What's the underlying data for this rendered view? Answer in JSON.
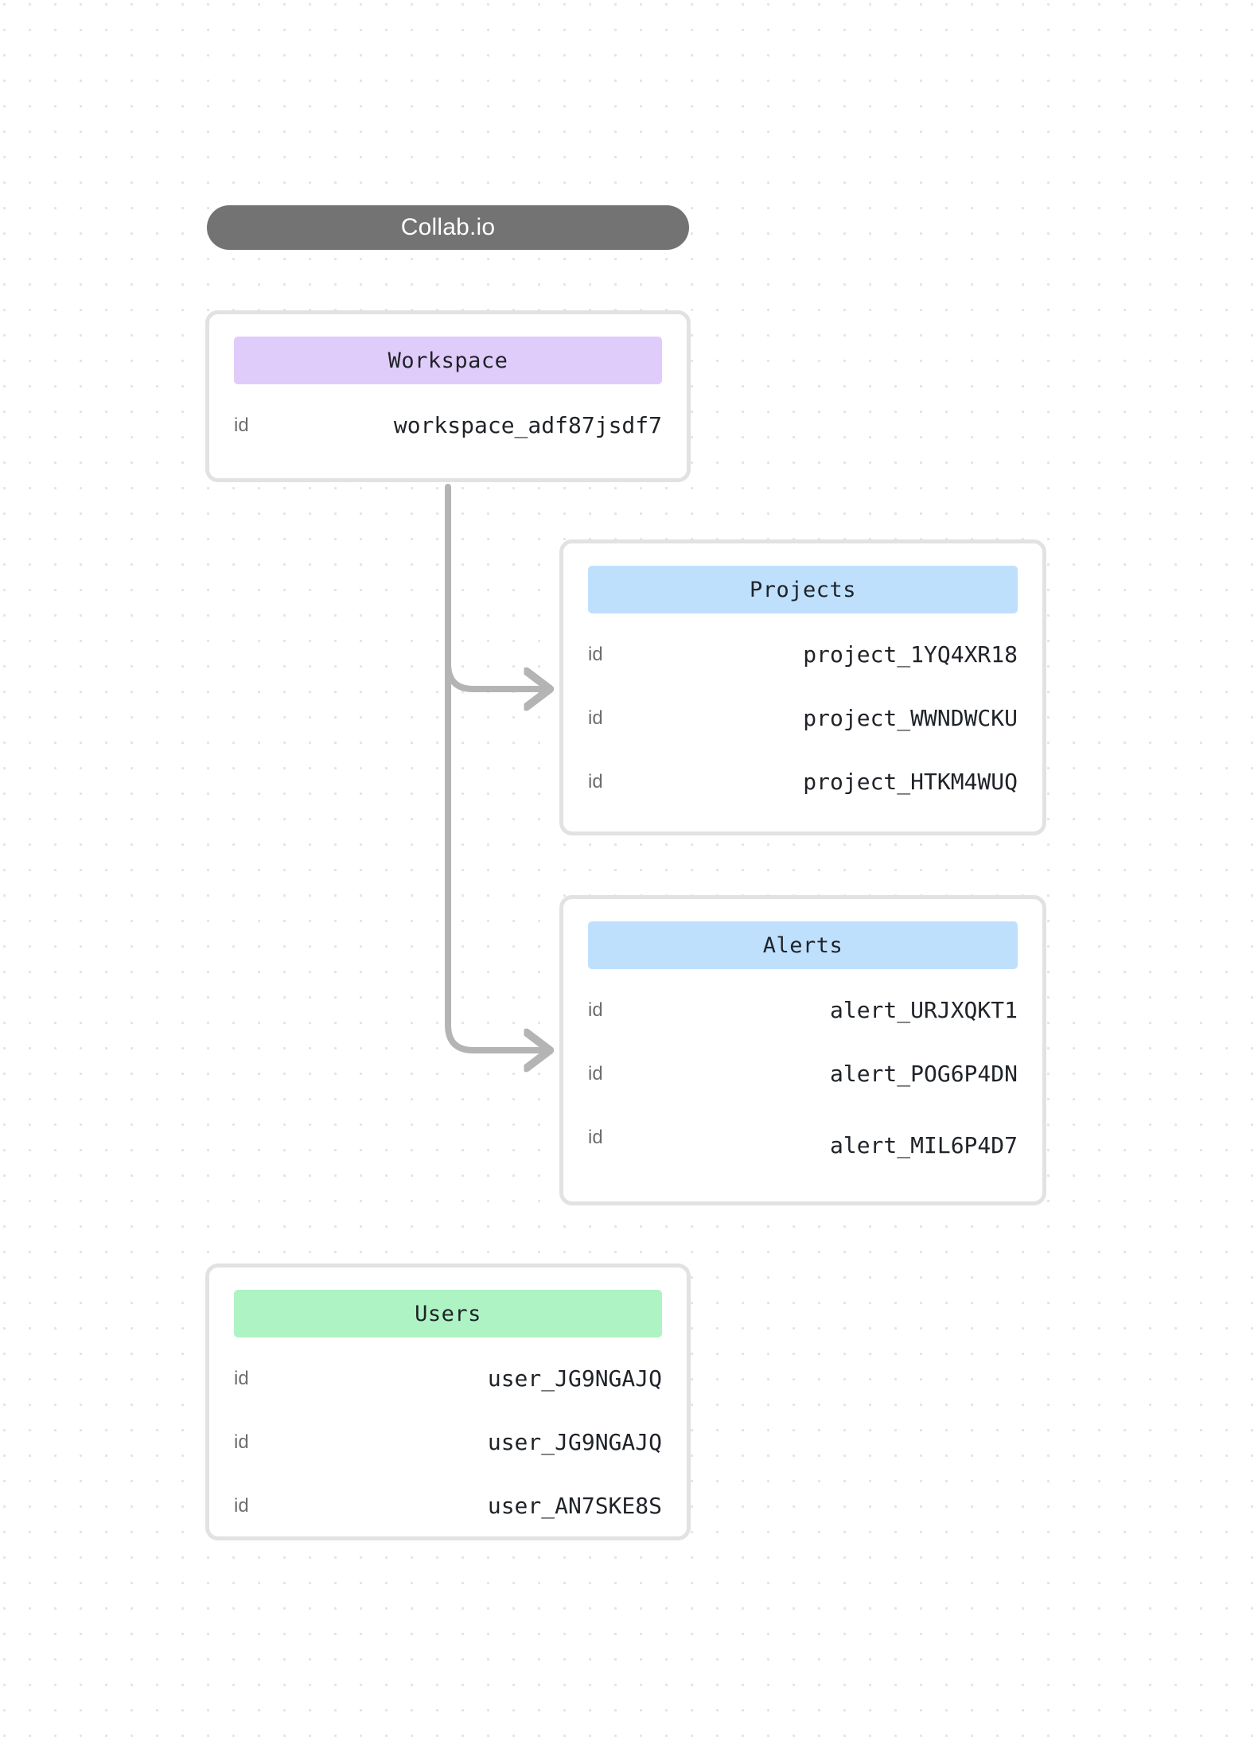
{
  "diagram": {
    "title": "Collab.io",
    "background": "#ffffff",
    "dot_grid_color": "#e4e4e4",
    "title_pill_color": "#737373",
    "connector_color": "#b4b4b4",
    "entities": [
      {
        "name": "Workspace",
        "header_color": "#e0ccfb",
        "rows": [
          {
            "key": "id",
            "value": "workspace_adf87jsdf7"
          }
        ]
      },
      {
        "name": "Projects",
        "header_color": "#bfe0fd",
        "rows": [
          {
            "key": "id",
            "value": "project_1YQ4XR18"
          },
          {
            "key": "id",
            "value": "project_WWNDWCKU"
          },
          {
            "key": "id",
            "value": "project_HTKM4WUQ"
          }
        ]
      },
      {
        "name": "Alerts",
        "header_color": "#bfe0fd",
        "rows": [
          {
            "key": "id",
            "value": "alert_URJXQKT1"
          },
          {
            "key": "id",
            "value": "alert_POG6P4DN"
          },
          {
            "key": "id",
            "value": "alert_MIL6P4D7"
          }
        ]
      },
      {
        "name": "Users",
        "header_color": "#aef3c4",
        "rows": [
          {
            "key": "id",
            "value": "user_JG9NGAJQ"
          },
          {
            "key": "id",
            "value": "user_JG9NGAJQ"
          },
          {
            "key": "id",
            "value": "user_AN7SKE8S"
          }
        ]
      }
    ],
    "connections": [
      {
        "from": "Workspace",
        "to": "Projects"
      },
      {
        "from": "Workspace",
        "to": "Alerts"
      }
    ]
  }
}
